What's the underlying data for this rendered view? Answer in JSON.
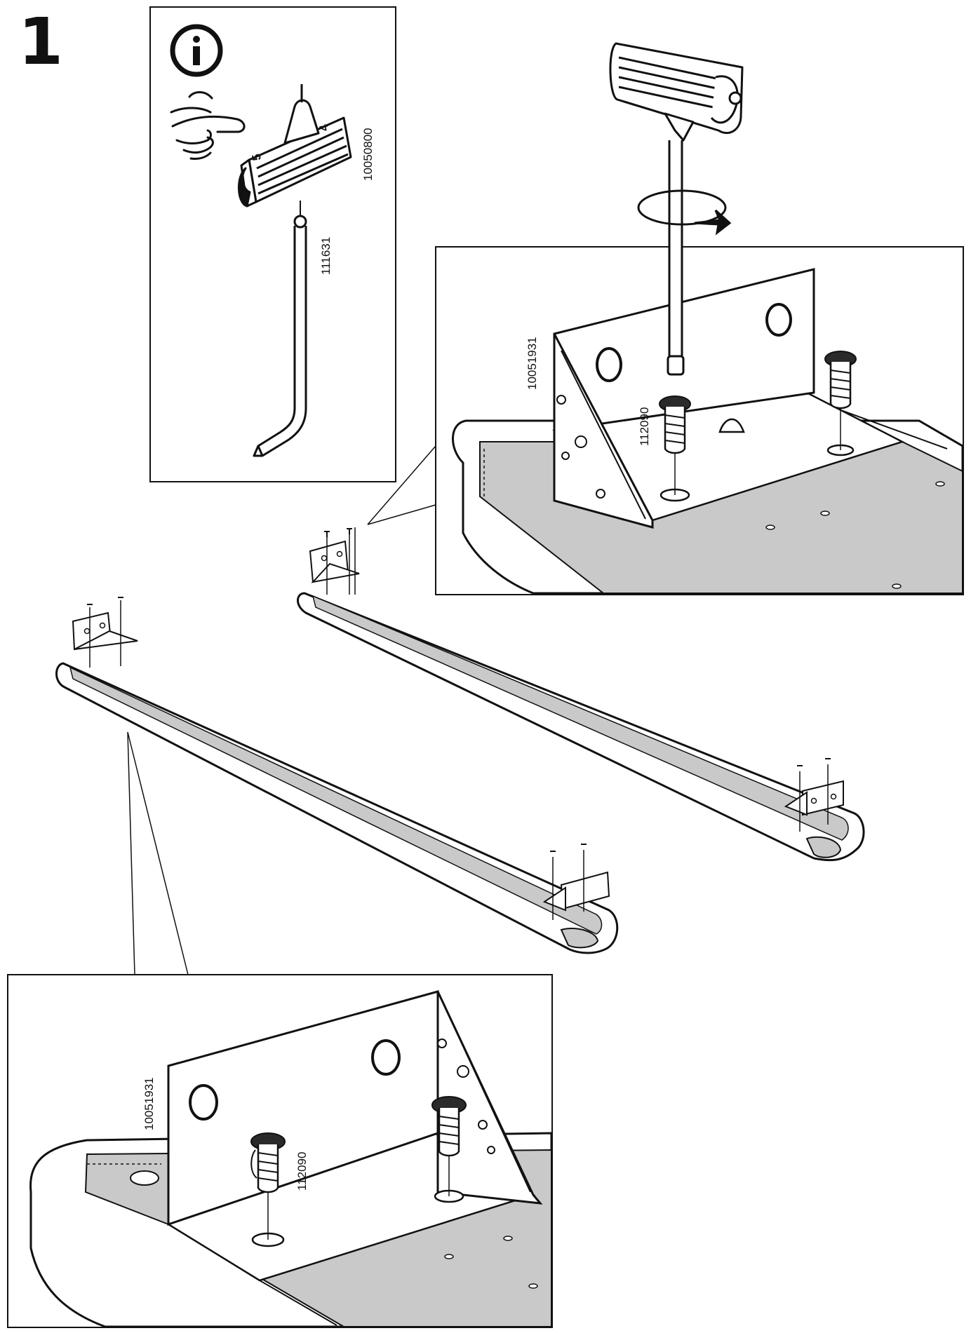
{
  "step": {
    "number": "1"
  },
  "info_panel": {
    "icon": "info-icon",
    "hand_icon": "pointing-hand-icon",
    "tool_part": "10050800",
    "key_part": "111631"
  },
  "top_detail": {
    "bracket_part": "10051931",
    "screw_part": "112090",
    "tool_icon": "t-handle-allen-key-icon",
    "rotate_icon": "rotate-clockwise-arrow-icon"
  },
  "bottom_detail": {
    "bracket_part": "10051931",
    "screw_part": "112090"
  },
  "colors": {
    "line": "#111111",
    "gray_fill": "#c9c9c9",
    "screw_fill": "#2a2a2a"
  }
}
